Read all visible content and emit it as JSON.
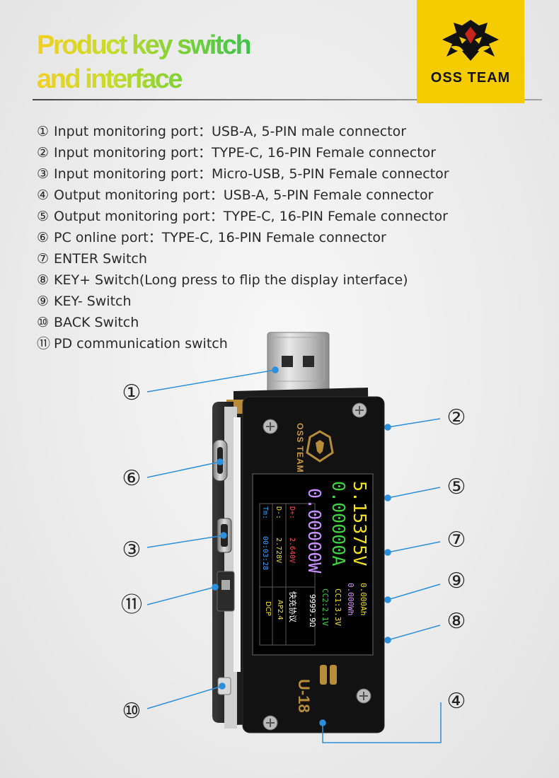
{
  "header": {
    "title_line1": "Product key switch",
    "title_line2": "and interface",
    "logo_text": "OSS TEAM"
  },
  "features": [
    {
      "num": "①",
      "text": "Input monitoring port：USB-A, 5-PIN male connector"
    },
    {
      "num": "②",
      "text": "Input monitoring port：TYPE-C, 16-PIN Female connector"
    },
    {
      "num": "③",
      "text": "Input monitoring port：Micro-USB, 5-PIN Female connector"
    },
    {
      "num": "④",
      "text": "Output monitoring port：USB-A, 5-PIN Female connector"
    },
    {
      "num": "⑤",
      "text": "Output monitoring port：TYPE-C, 16-PIN Female connector"
    },
    {
      "num": "⑥",
      "text": "PC online port：TYPE-C, 16-PIN Female connector"
    },
    {
      "num": "⑦",
      "text": "ENTER Switch"
    },
    {
      "num": "⑧",
      "text": "KEY+ Switch(Long press to flip the display interface)"
    },
    {
      "num": "⑨",
      "text": "KEY- Switch"
    },
    {
      "num": "⑩",
      "text": "BACK Switch"
    },
    {
      "num": "⑪",
      "text": "PD communication switch"
    }
  ],
  "callouts": {
    "c1": "①",
    "c2": "②",
    "c3": "③",
    "c4": "④",
    "c5": "⑤",
    "c6": "⑥",
    "c7": "⑦",
    "c8": "⑧",
    "c9": "⑨",
    "c10": "⑩",
    "c11": "⑪"
  },
  "device": {
    "brand": "OSS TEAM",
    "model": "U-18",
    "screen": {
      "voltage": "5.15375V",
      "current": "0.00000A",
      "power": "0.00000W",
      "capacity": "0.000Ah",
      "energy": "0.000Wh",
      "cc1": "CC1:3.3V",
      "cc2": "CC2:2.1V",
      "resistance": "9999.9Ω",
      "dplus_label": "D+:",
      "dplus_value": "2.640V",
      "dminus_label": "D-:",
      "dminus_value": "2.728V",
      "time_label": "Tm:",
      "time_value": "00:03:28",
      "protocol_title": "快充协议",
      "protocol_1": "AP2.4",
      "protocol_2": "DCP"
    }
  },
  "colors": {
    "logo_yellow": "#f5cc00",
    "callout_line": "#2b8fdc",
    "screen_voltage": "#f0e020",
    "screen_current": "#3fd13f",
    "screen_power": "#c890ff",
    "screen_dplus": "#ff5050",
    "screen_time": "#3aa0ff"
  }
}
